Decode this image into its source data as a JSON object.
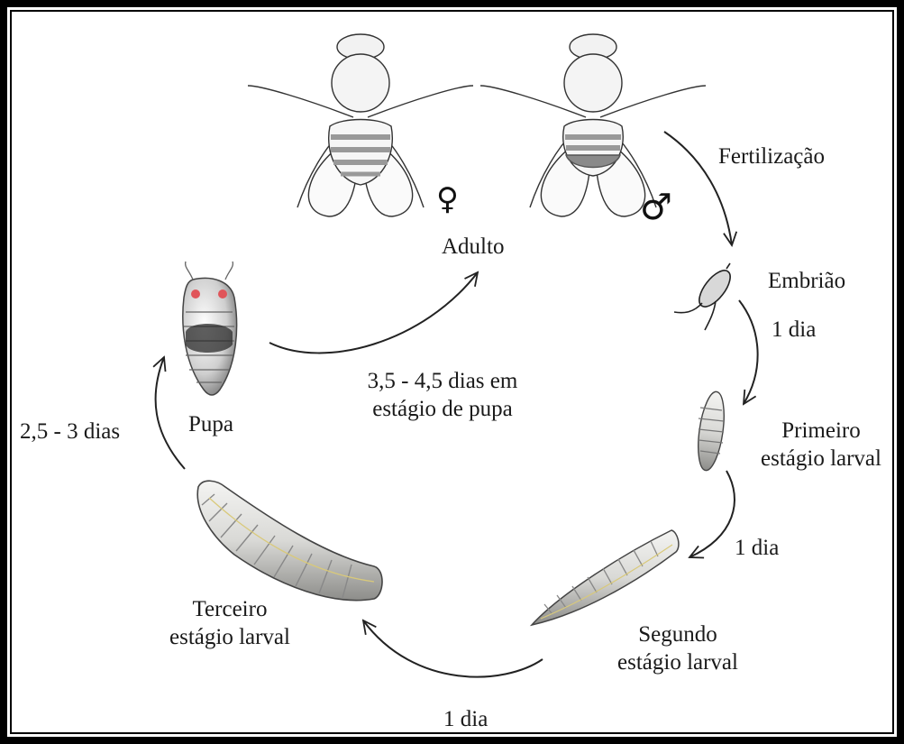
{
  "stages": {
    "adult": "Adulto",
    "fertilization": "Fertilização",
    "embryo": "Embrião",
    "first_larval_line1": "Primeiro",
    "first_larval_line2": "estágio larval",
    "second_larval_line1": "Segundo",
    "second_larval_line2": "estágio larval",
    "third_larval_line1": "Terceiro",
    "third_larval_line2": "estágio larval",
    "pupa": "Pupa"
  },
  "durations": {
    "embryo_to_first": "1 dia",
    "first_to_second": "1 dia",
    "second_to_third": "1 dia",
    "third_to_pupa": "2,5 - 3 dias",
    "pupa_to_adult_line1": "3,5 - 4,5 dias em",
    "pupa_to_adult_line2": "estágio de pupa"
  },
  "symbols": {
    "female": "♀",
    "male": "♂"
  },
  "colors": {
    "stroke": "#222222",
    "pupa_eyes": "#e0555a",
    "male_abdomen_tip": "#8a8a8a"
  }
}
